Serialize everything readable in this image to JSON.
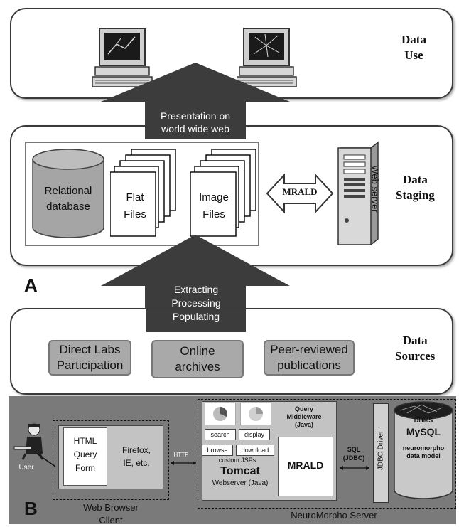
{
  "panel_a": {
    "letter": "A",
    "layers": {
      "use_label": "Data\nUse",
      "staging_label": "Data\nStaging",
      "sources_label": "Data\nSources"
    },
    "arrow_top_text": "Presentation on\nworld wide web",
    "arrow_bottom_text": "Extracting\nProcessing\nPopulating",
    "staging": {
      "relational": "Relational\ndatabase",
      "flat": "Flat\nFiles",
      "image": "Image\nFiles",
      "mrald": "MRALD",
      "web_server": "Web server"
    },
    "sources": [
      "Direct Labs\nParticipation",
      "Online\narchives",
      "Peer-reviewed\npublications"
    ]
  },
  "panel_b": {
    "letter": "B",
    "user": "User",
    "html_form": "HTML\nQuery\nForm",
    "browsers": "Firefox,\nIE, etc.",
    "http": "HTTP",
    "web_browser_client": "Web Browser\nClient",
    "buttons": [
      "search",
      "display",
      "browse",
      "download"
    ],
    "custom_jsps": "custom JSPs",
    "query_middleware": "Query\nMiddleware\n(Java)",
    "tomcat": "Tomcat",
    "webserver_java": "Webserver (Java)",
    "mrald": "MRALD",
    "sql": "SQL\n(JDBC)",
    "jdbc_driver": "JDBC Driver",
    "dbms": "DBMS",
    "mysql": "MySQL",
    "data_model": "neuromorpho\ndata model",
    "server": "NeuroMorpho Server"
  }
}
